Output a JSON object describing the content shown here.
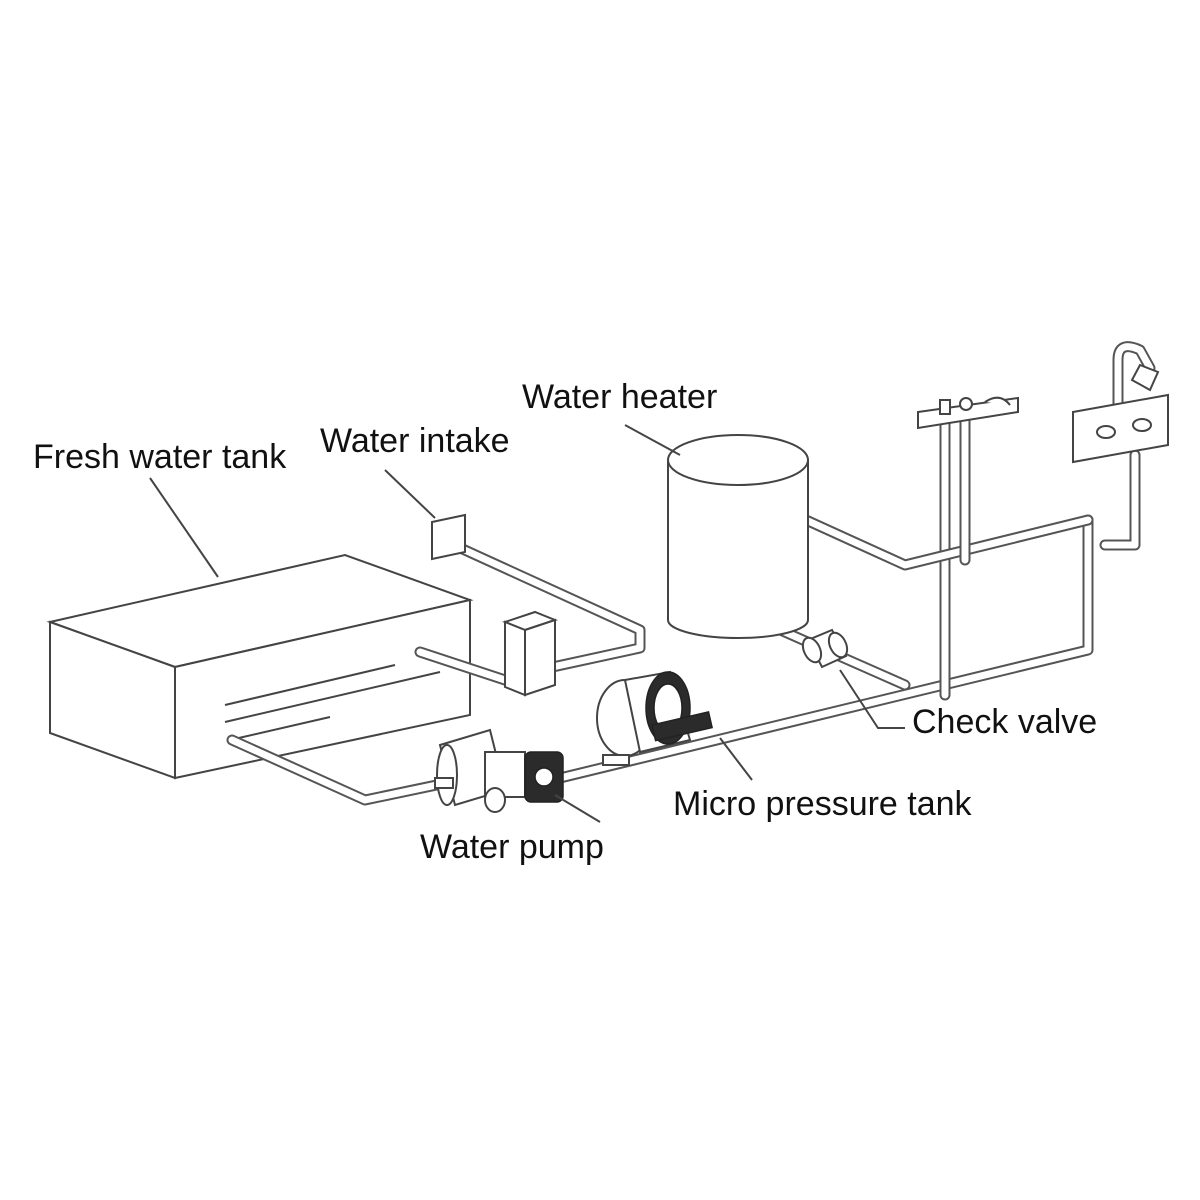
{
  "diagram": {
    "labels": {
      "fresh_water_tank": "Fresh water tank",
      "water_intake": "Water intake",
      "water_heater": "Water heater",
      "check_valve": "Check valve",
      "micro_pressure_tank": "Micro pressure tank",
      "water_pump": "Water pump"
    },
    "colors": {
      "line": "#444444",
      "text": "#111111",
      "background": "#ffffff"
    }
  }
}
